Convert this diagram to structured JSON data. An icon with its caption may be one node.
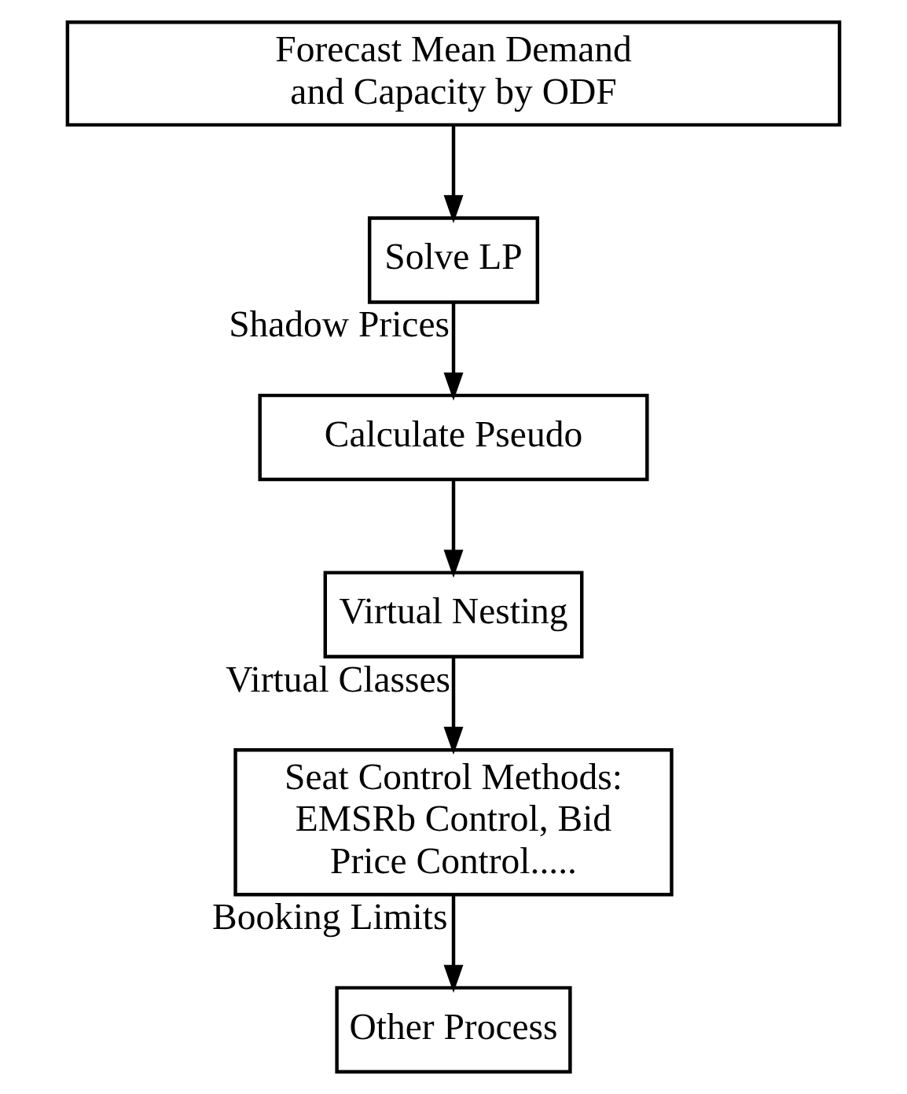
{
  "diagram": {
    "nodes": [
      {
        "text": [
          "Forecast Mean Demand and Capacity by ODF"
        ]
      },
      {
        "text": [
          "Solve LP"
        ]
      },
      {
        "text": [
          "Calculate Pseudo"
        ]
      },
      {
        "text": [
          "Virtual Nesting"
        ]
      },
      {
        "text": [
          "Seat Control Methods: EMSRb Control, Bid Price Control....."
        ]
      },
      {
        "text": [
          "Other Process"
        ]
      }
    ],
    "edges": [
      {
        "from": 0,
        "to": 1,
        "arrow": "to"
      },
      {
        "from": 1,
        "to": 2,
        "arrow": "to",
        "label": "Shadow Prices"
      },
      {
        "from": 2,
        "to": 3,
        "arrow": "to"
      },
      {
        "from": 3,
        "to": 4,
        "arrow": "to",
        "label": "Virtual Classes"
      },
      {
        "from": 4,
        "to": 5,
        "arrow": "to",
        "label": "Booking Limits"
      }
    ]
  }
}
